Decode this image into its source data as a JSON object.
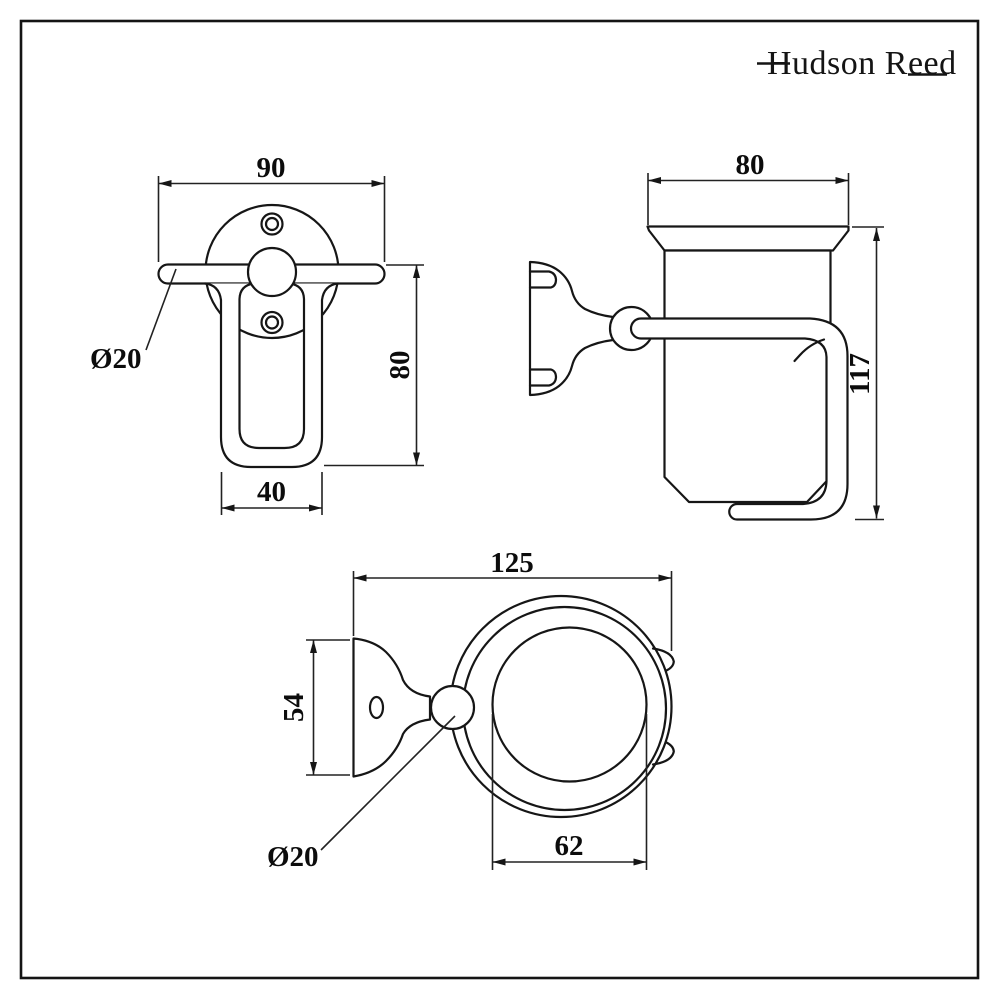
{
  "logo": {
    "brand": "Hudson Reed"
  },
  "drawing": {
    "front_view": {
      "width_mm": "90",
      "height_mm": "80",
      "slot_width_mm": "40",
      "tube_diameter": "Ø20"
    },
    "side_view": {
      "width_mm": "80",
      "height_mm": "117"
    },
    "top_view": {
      "width_mm": "125",
      "depth_mm": "54",
      "inner_diameter_mm": "62",
      "joint_diameter": "Ø20"
    }
  },
  "colors": {
    "line": "#161616",
    "background": "#ffffff"
  }
}
